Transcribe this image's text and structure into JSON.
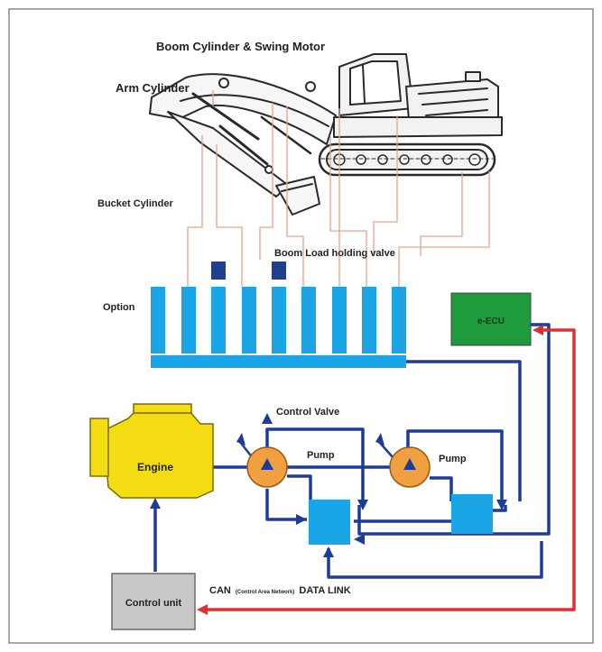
{
  "labels": {
    "boom_cylinder_swing_motor": "Boom Cylinder & Swing Motor",
    "arm_cylinder": "Arm Cylinder",
    "bucket_cylinder": "Bucket Cylinder",
    "boom_load_holding_valve": "Boom Load holding valve",
    "option": "Option",
    "control_valve": "Control Valve",
    "pump_1": "Pump",
    "pump_2": "Pump",
    "engine": "Engine",
    "control_unit": "Control unit",
    "ecu_box": "e-ECU",
    "can_prefix": "CAN",
    "can_detail": "(Control Area Network)",
    "can_suffix": "DATA LINK"
  },
  "colors": {
    "frame_border": "#8a8a8a",
    "valve_blue": "#1aa6e6",
    "valve_dark": "#1f3f8f",
    "hydraulic_line": "#1e3c96",
    "can_line": "#e03030",
    "sensor_line": "#e8a48c",
    "engine": "#f3dc12",
    "pump": "#f0a040",
    "controller": "#1aa6e6",
    "ecu_box": "#1f9a3c",
    "control_unit": "#c8c8c8",
    "excavator_outline": "#2a2a2a"
  },
  "icons": {
    "excavator": "excavator-illustration",
    "engine": "engine-block-icon",
    "pump": "hydraulic-pump-icon"
  }
}
